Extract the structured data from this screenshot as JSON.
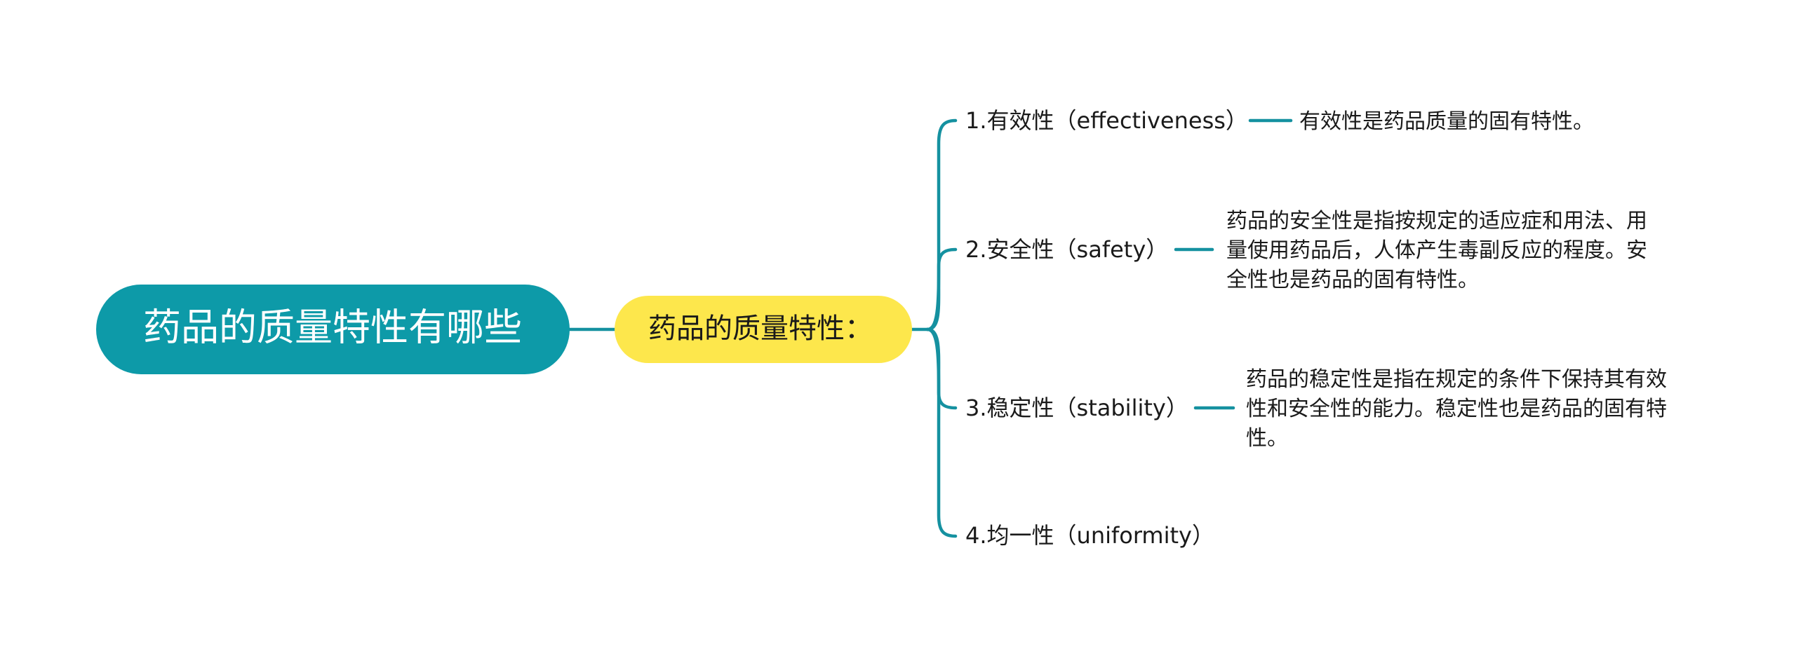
{
  "colors": {
    "root_fill": "#0d9aa8",
    "root_text": "#ffffff",
    "sub_fill": "#fde74c",
    "line": "#1591a0",
    "text": "#1a1a1a",
    "background": "#ffffff"
  },
  "root": {
    "label": "药品的质量特性有哪些"
  },
  "subtopic": {
    "label": "药品的质量特性："
  },
  "branches": [
    {
      "label": "1.有效性（effectiveness）",
      "description_lines": [
        "有效性是药品质量的固有特性。"
      ]
    },
    {
      "label": "2.安全性（safety）",
      "description_lines": [
        "药品的安全性是指按规定的适应症和用法、用",
        "量使用药品后，人体产生毒副反应的程度。安",
        "全性也是药品的固有特性。"
      ]
    },
    {
      "label": "3.稳定性（stability）",
      "description_lines": [
        "药品的稳定性是指在规定的条件下保持其有效",
        "性和安全性的能力。稳定性也是药品的固有特",
        "性。"
      ]
    },
    {
      "label": "4.均一性（uniformity）",
      "description_lines": []
    }
  ]
}
